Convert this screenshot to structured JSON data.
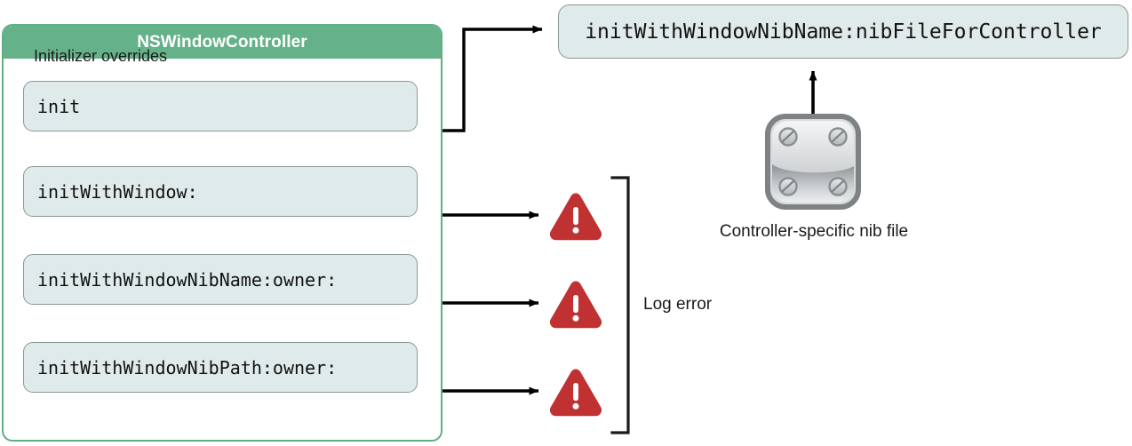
{
  "diagram": {
    "title": "NSWindowController initializer overrides",
    "colors": {
      "class_header_green": "#65b189",
      "panel_border_green": "#5fae86",
      "method_fill": "#dfeaea",
      "method_border": "#8c9797",
      "warning_red": "#c03131",
      "connector_black": "#000000",
      "text_dark": "#1a1a1a"
    }
  },
  "class_panel": {
    "title": "NSWindowController",
    "section_label": "Initializer overrides",
    "methods": [
      {
        "name": "init",
        "outcome": "forwards"
      },
      {
        "name": "initWithWindow:",
        "outcome": "log-error"
      },
      {
        "name": "initWithWindowNibName:owner:",
        "outcome": "log-error"
      },
      {
        "name": "initWithWindowNibPath:owner:",
        "outcome": "log-error"
      }
    ]
  },
  "result": {
    "call": "initWithWindowNibName:nibFileForController"
  },
  "nib": {
    "caption": "Controller-specific nib file",
    "icon_name": "nib-file-icon"
  },
  "annotations": {
    "log_error": "Log error"
  }
}
